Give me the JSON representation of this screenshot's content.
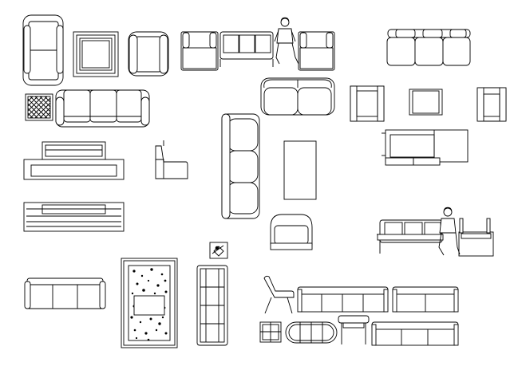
{
  "drawing": {
    "line_color": "#000000",
    "background_color": "#ffffff",
    "items": [
      "sofa-2-seat-top-view",
      "square-rug",
      "armchair-top-view",
      "waiting-area-with-person",
      "sofa-3-seat-front-view",
      "tiled-ottoman",
      "sofa-3-seat-top-view",
      "loveseat-top-view",
      "side-chair-top-view",
      "square-side-table",
      "bench-elevation",
      "armchair-side-view",
      "sofa-3-seat-side-view",
      "coffee-table",
      "l-shaped-sofa",
      "low-bench-elevation",
      "tub-chair",
      "waiting-bench-with-person",
      "table-lamp-plan",
      "terrazzo-rug",
      "tall-shelf-unit",
      "sofa-3-seat-low-front",
      "lounge-chair-side",
      "long-bench-4-seat",
      "bench-2-seat",
      "window-grid",
      "oval-table",
      "small-stool",
      "bench-3-seat"
    ]
  }
}
